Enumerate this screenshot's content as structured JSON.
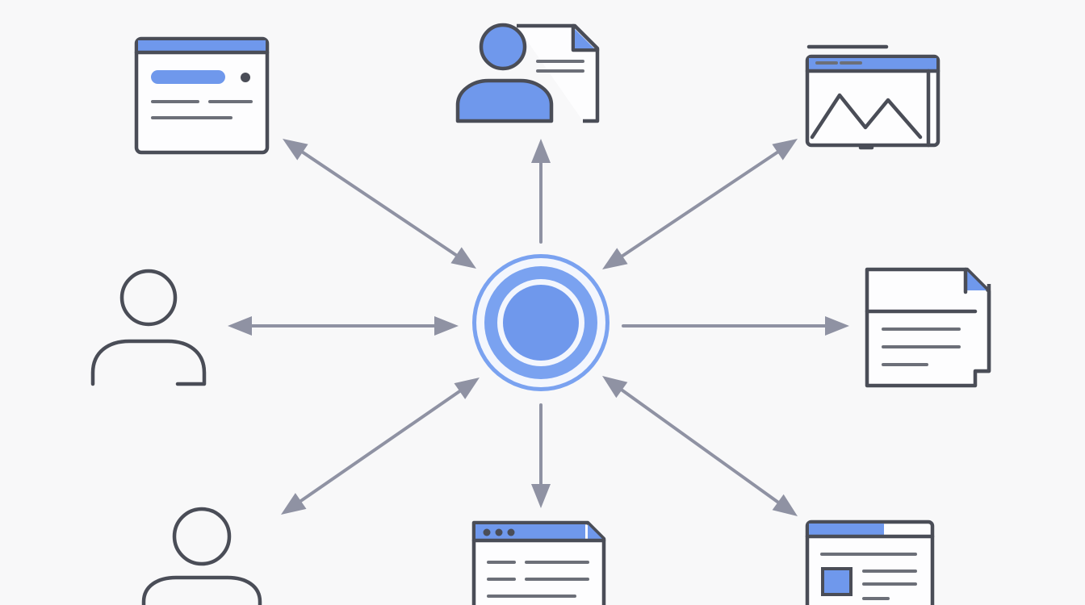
{
  "colors": {
    "background": "#f8f8f9",
    "accent": "#6f98ec",
    "outline": "#4a4d57",
    "connector": "#8f92a3",
    "hub_ring": "#7aa2f0",
    "hub_core": "#6f98ec"
  },
  "hub": {
    "icon": "hub-node-icon"
  },
  "nodes": [
    {
      "name": "browser-window-top-left",
      "icon": "browser-window-icon"
    },
    {
      "name": "user-profile-document-top",
      "icon": "user-document-icon"
    },
    {
      "name": "image-window-top-right",
      "icon": "image-window-icon"
    },
    {
      "name": "user-left",
      "icon": "user-icon"
    },
    {
      "name": "document-stack-right",
      "icon": "document-icon"
    },
    {
      "name": "user-bottom-left",
      "icon": "user-icon"
    },
    {
      "name": "browser-window-bottom",
      "icon": "browser-window-icon"
    },
    {
      "name": "article-window-bottom-right",
      "icon": "article-window-icon"
    }
  ],
  "connections": [
    {
      "to": "browser-window-top-left",
      "direction": "bidirectional"
    },
    {
      "to": "user-profile-document-top",
      "direction": "outgoing"
    },
    {
      "to": "image-window-top-right",
      "direction": "bidirectional"
    },
    {
      "to": "user-left",
      "direction": "bidirectional"
    },
    {
      "to": "document-stack-right",
      "direction": "outgoing"
    },
    {
      "to": "user-bottom-left",
      "direction": "bidirectional"
    },
    {
      "to": "browser-window-bottom",
      "direction": "outgoing"
    },
    {
      "to": "article-window-bottom-right",
      "direction": "bidirectional"
    }
  ]
}
